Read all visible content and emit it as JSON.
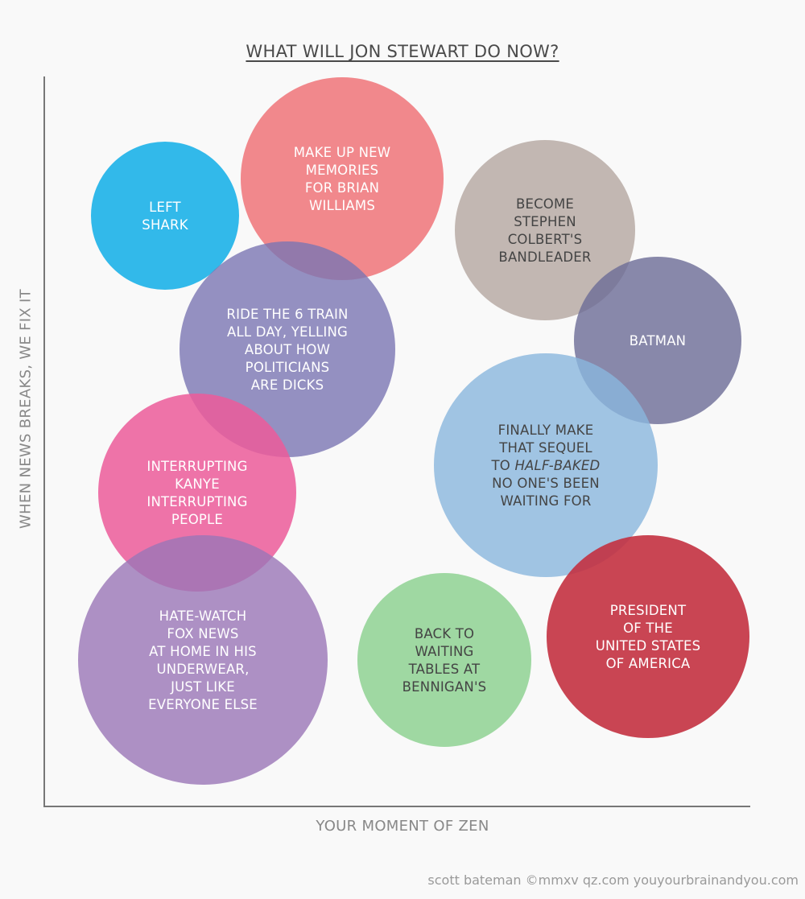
{
  "chart_data": {
    "type": "bubble",
    "title": "WHAT WILL JON STEWART DO NOW?",
    "xlabel": "YOUR MOMENT OF ZEN",
    "ylabel": "WHEN NEWS BREAKS, WE FIX IT",
    "credit": "scott bateman ©mmxv qz.com youyourbrainandyou.com",
    "axis_color": "#777777",
    "bubbles": [
      {
        "lines": [
          "LEFT",
          "SHARK"
        ],
        "color": "#32b9ea",
        "opacity": 1.0,
        "text_color": "#ffffff"
      },
      {
        "lines": [
          "MAKE UP NEW",
          "MEMORIES",
          "FOR BRIAN",
          "WILLIAMS"
        ],
        "color": "#f07b80",
        "opacity": 0.9,
        "text_color": "#ffffff"
      },
      {
        "lines": [
          "BECOME",
          "STEPHEN",
          "COLBERT'S",
          "BANDLEADER"
        ],
        "color": "#b9aca6",
        "opacity": 0.85,
        "text_color": "#444444"
      },
      {
        "lines": [
          "BATMAN"
        ],
        "color": "#6b6b96",
        "opacity": 0.8,
        "text_color": "#ffffff"
      },
      {
        "lines": [
          "RIDE THE 6 TRAIN",
          "ALL DAY, YELLING",
          "ABOUT HOW",
          "POLITICIANS",
          "ARE DICKS"
        ],
        "color": "#7a75b3",
        "opacity": 0.8,
        "text_color": "#ffffff"
      },
      {
        "lines": [
          "FINALLY MAKE",
          "THAT SEQUEL",
          "TO |HALF-BAKED|",
          "NO ONE'S BEEN",
          "WAITING FOR"
        ],
        "color": "#8ab6dd",
        "opacity": 0.8,
        "text_color": "#444444"
      },
      {
        "lines": [
          "INTERRUPTING",
          "KANYE",
          "INTERRUPTING",
          "PEOPLE"
        ],
        "color": "#ec5c9a",
        "opacity": 0.85,
        "text_color": "#ffffff"
      },
      {
        "lines": [
          "HATE-WATCH",
          "FOX NEWS",
          "AT HOME IN HIS",
          "UNDERWEAR,",
          "JUST LIKE",
          "EVERYONE ELSE"
        ],
        "color": "#9a76b6",
        "opacity": 0.8,
        "text_color": "#ffffff"
      },
      {
        "lines": [
          "BACK TO",
          "WAITING",
          "TABLES AT",
          "BENNIGAN'S"
        ],
        "color": "#8fd293",
        "opacity": 0.85,
        "text_color": "#444444"
      },
      {
        "lines": [
          "PRESIDENT",
          "OF THE",
          "UNITED STATES",
          "OF AMERICA"
        ],
        "color": "#c33140",
        "opacity": 0.9,
        "text_color": "#ffffff"
      }
    ]
  }
}
